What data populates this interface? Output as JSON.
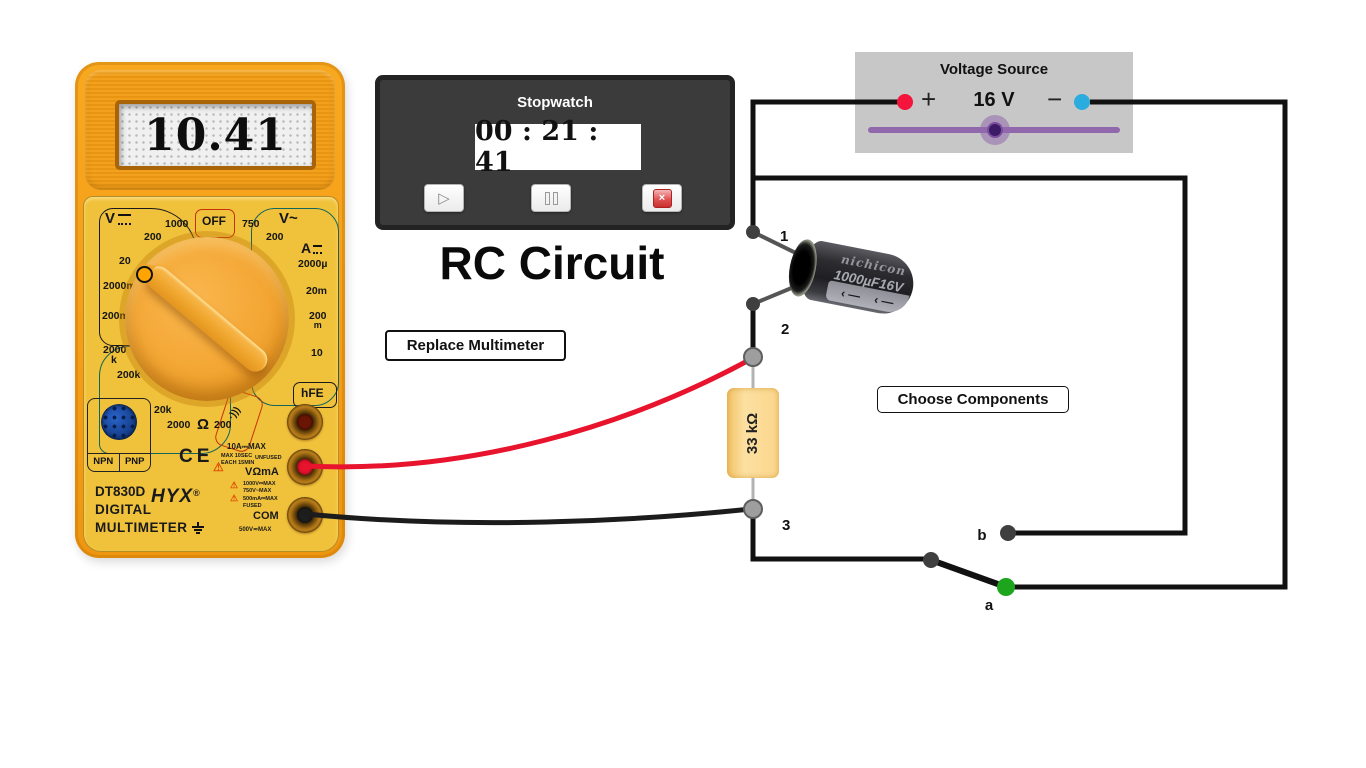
{
  "multimeter": {
    "display_value": "10.41",
    "dial": {
      "off": "OFF",
      "vdc": {
        "label": "V",
        "r1000": "1000",
        "r200": "200",
        "r20": "20",
        "r2000m": "2000m",
        "r200m": "200m"
      },
      "vac": {
        "label": "V~",
        "r750": "750",
        "r200": "200"
      },
      "adc": {
        "label": "A",
        "r2000u": "2000µ",
        "r20m": "20m",
        "r200m_top": "200",
        "r200m_sub": "m",
        "r10": "10"
      },
      "ohm": {
        "label": "Ω",
        "r2000k_top": "2000",
        "r2000k_sub": "k",
        "r200k": "200k",
        "r20k": "20k",
        "r2000": "2000",
        "r200": "200"
      },
      "hfe": "hFE",
      "buzzer_icon": "·)))"
    },
    "transistor": {
      "npn": "NPN",
      "pnp": "PNP"
    },
    "ce_mark": "CE",
    "branding": {
      "model": "DT830D",
      "brand": "HYX",
      "reg": "®",
      "line1": "DIGITAL",
      "line2": "MULTIMETER"
    },
    "port_labels": {
      "a10": "10A⎓MAX",
      "max10sec": "MAX 10SEC",
      "each15min": "EACH 15MIN",
      "unfused": "UNFUSED",
      "voma": "VΩmA",
      "v1000": "1000V⎓MAX",
      "v750": "750V~MAX",
      "ma500": "500mA⎓MAX",
      "fused": "FUSED",
      "com": "COM",
      "v500": "500V≂MAX",
      "warning": "⚠"
    }
  },
  "stopwatch": {
    "title": "Stopwatch",
    "time": "00 : 21 : 41",
    "play_icon": "▷",
    "close_icon": "×"
  },
  "page_title": "RC Circuit",
  "buttons": {
    "replace_multimeter": "Replace Multimeter",
    "choose_components": "Choose Components"
  },
  "voltage_source": {
    "title": "Voltage Source",
    "plus": "+",
    "minus": "−",
    "value": "16 V"
  },
  "circuit": {
    "nodes": {
      "n1": "1",
      "n2": "2",
      "n3": "3",
      "a": "a",
      "b": "b"
    },
    "resistor_label": "33 kΩ",
    "capacitor": {
      "brand": "nichicon",
      "spec": "1000µF16V",
      "stripe_left": "‹ —",
      "stripe_right": "‹ —"
    }
  },
  "colors": {
    "wire": "#111111",
    "probe_red": "#e8132c",
    "node_dark": "#3f3f3f",
    "node_probe": "#9e9e9e",
    "node_a": "#1ea51e",
    "terminal_plus": "#f5143c",
    "terminal_minus": "#2bacdf",
    "slider": "#9168ac",
    "mm_body": "#f6a21f",
    "mm_face": "#f0c23c",
    "resistor": "#fbd78e"
  }
}
